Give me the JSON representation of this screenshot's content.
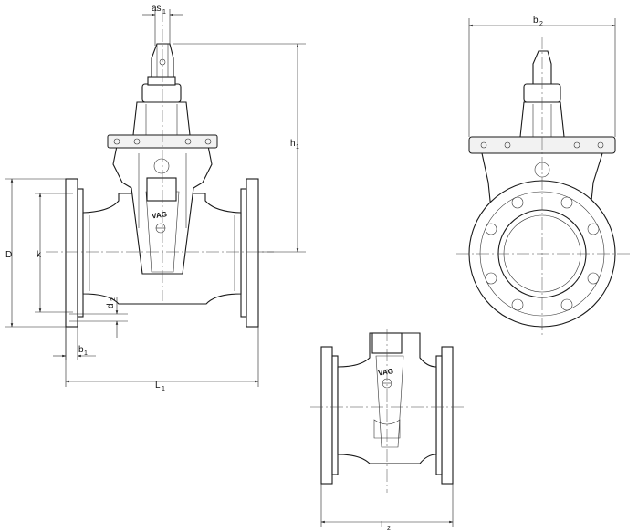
{
  "labels": {
    "as1": {
      "main": "as",
      "sub": "1"
    },
    "h1": {
      "main": "h",
      "sub": "1"
    },
    "b2": {
      "main": "b",
      "sub": "2"
    },
    "D": {
      "main": "D"
    },
    "k": {
      "main": "k"
    },
    "d2": {
      "main": "d",
      "sub": "2"
    },
    "b1": {
      "main": "b",
      "sub": "1"
    },
    "L1": {
      "main": "L",
      "sub": "1"
    },
    "L2": {
      "main": "L",
      "sub": "2"
    }
  },
  "logo": {
    "text": "VAG"
  }
}
